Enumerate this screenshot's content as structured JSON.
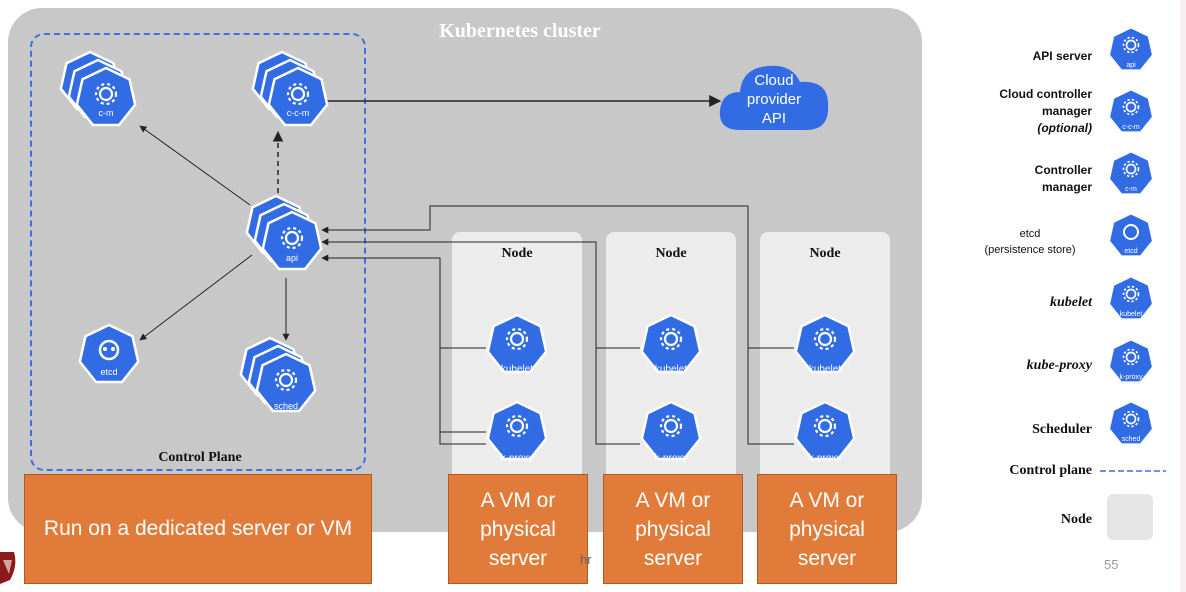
{
  "cluster": {
    "title": "Kubernetes cluster"
  },
  "cloud": {
    "line1": "Cloud",
    "line2": "provider",
    "line3": "API"
  },
  "control_plane": {
    "label": "Control Plane",
    "components": {
      "cm": "c-m",
      "ccm": "c-c-m",
      "api": "api",
      "etcd": "etcd",
      "sched": "sched"
    }
  },
  "nodes": [
    {
      "title": "Node",
      "kubelet": "kubelet",
      "proxy": "k-proxy",
      "host": "A VM or physical server"
    },
    {
      "title": "Node",
      "kubelet": "kubelet",
      "proxy": "k-proxy",
      "host": "A VM or physical server"
    },
    {
      "title": "Node",
      "kubelet": "kubelet",
      "proxy": "k-proxy",
      "host": "A VM or physical server"
    }
  ],
  "dedicated_note": "Run on a dedicated server or VM",
  "legend": {
    "api_server": "API server",
    "ccm_line1": "Cloud controller",
    "ccm_line2": "manager",
    "ccm_line3": "(optional)",
    "cm_line1": "Controller",
    "cm_line2": "manager",
    "etcd_line1": "etcd",
    "etcd_line2": "(persistence store)",
    "kubelet": "kubelet",
    "kube_proxy": "kube-proxy",
    "scheduler": "Scheduler",
    "control_plane": "Control plane",
    "node": "Node",
    "icons": {
      "api": "api",
      "ccm": "c-c-m",
      "cm": "c-m",
      "etcd": "etcd",
      "kubelet": "kubelet",
      "proxy": "k-proxy",
      "sched": "sched"
    }
  },
  "footer": {
    "fragment": "hr",
    "page_number": "55"
  },
  "colors": {
    "k8s_blue": "#326ce5",
    "orange": "#e07b3a",
    "cluster_gray": "#c8c8c8",
    "dash_blue": "#3f6fe0"
  }
}
